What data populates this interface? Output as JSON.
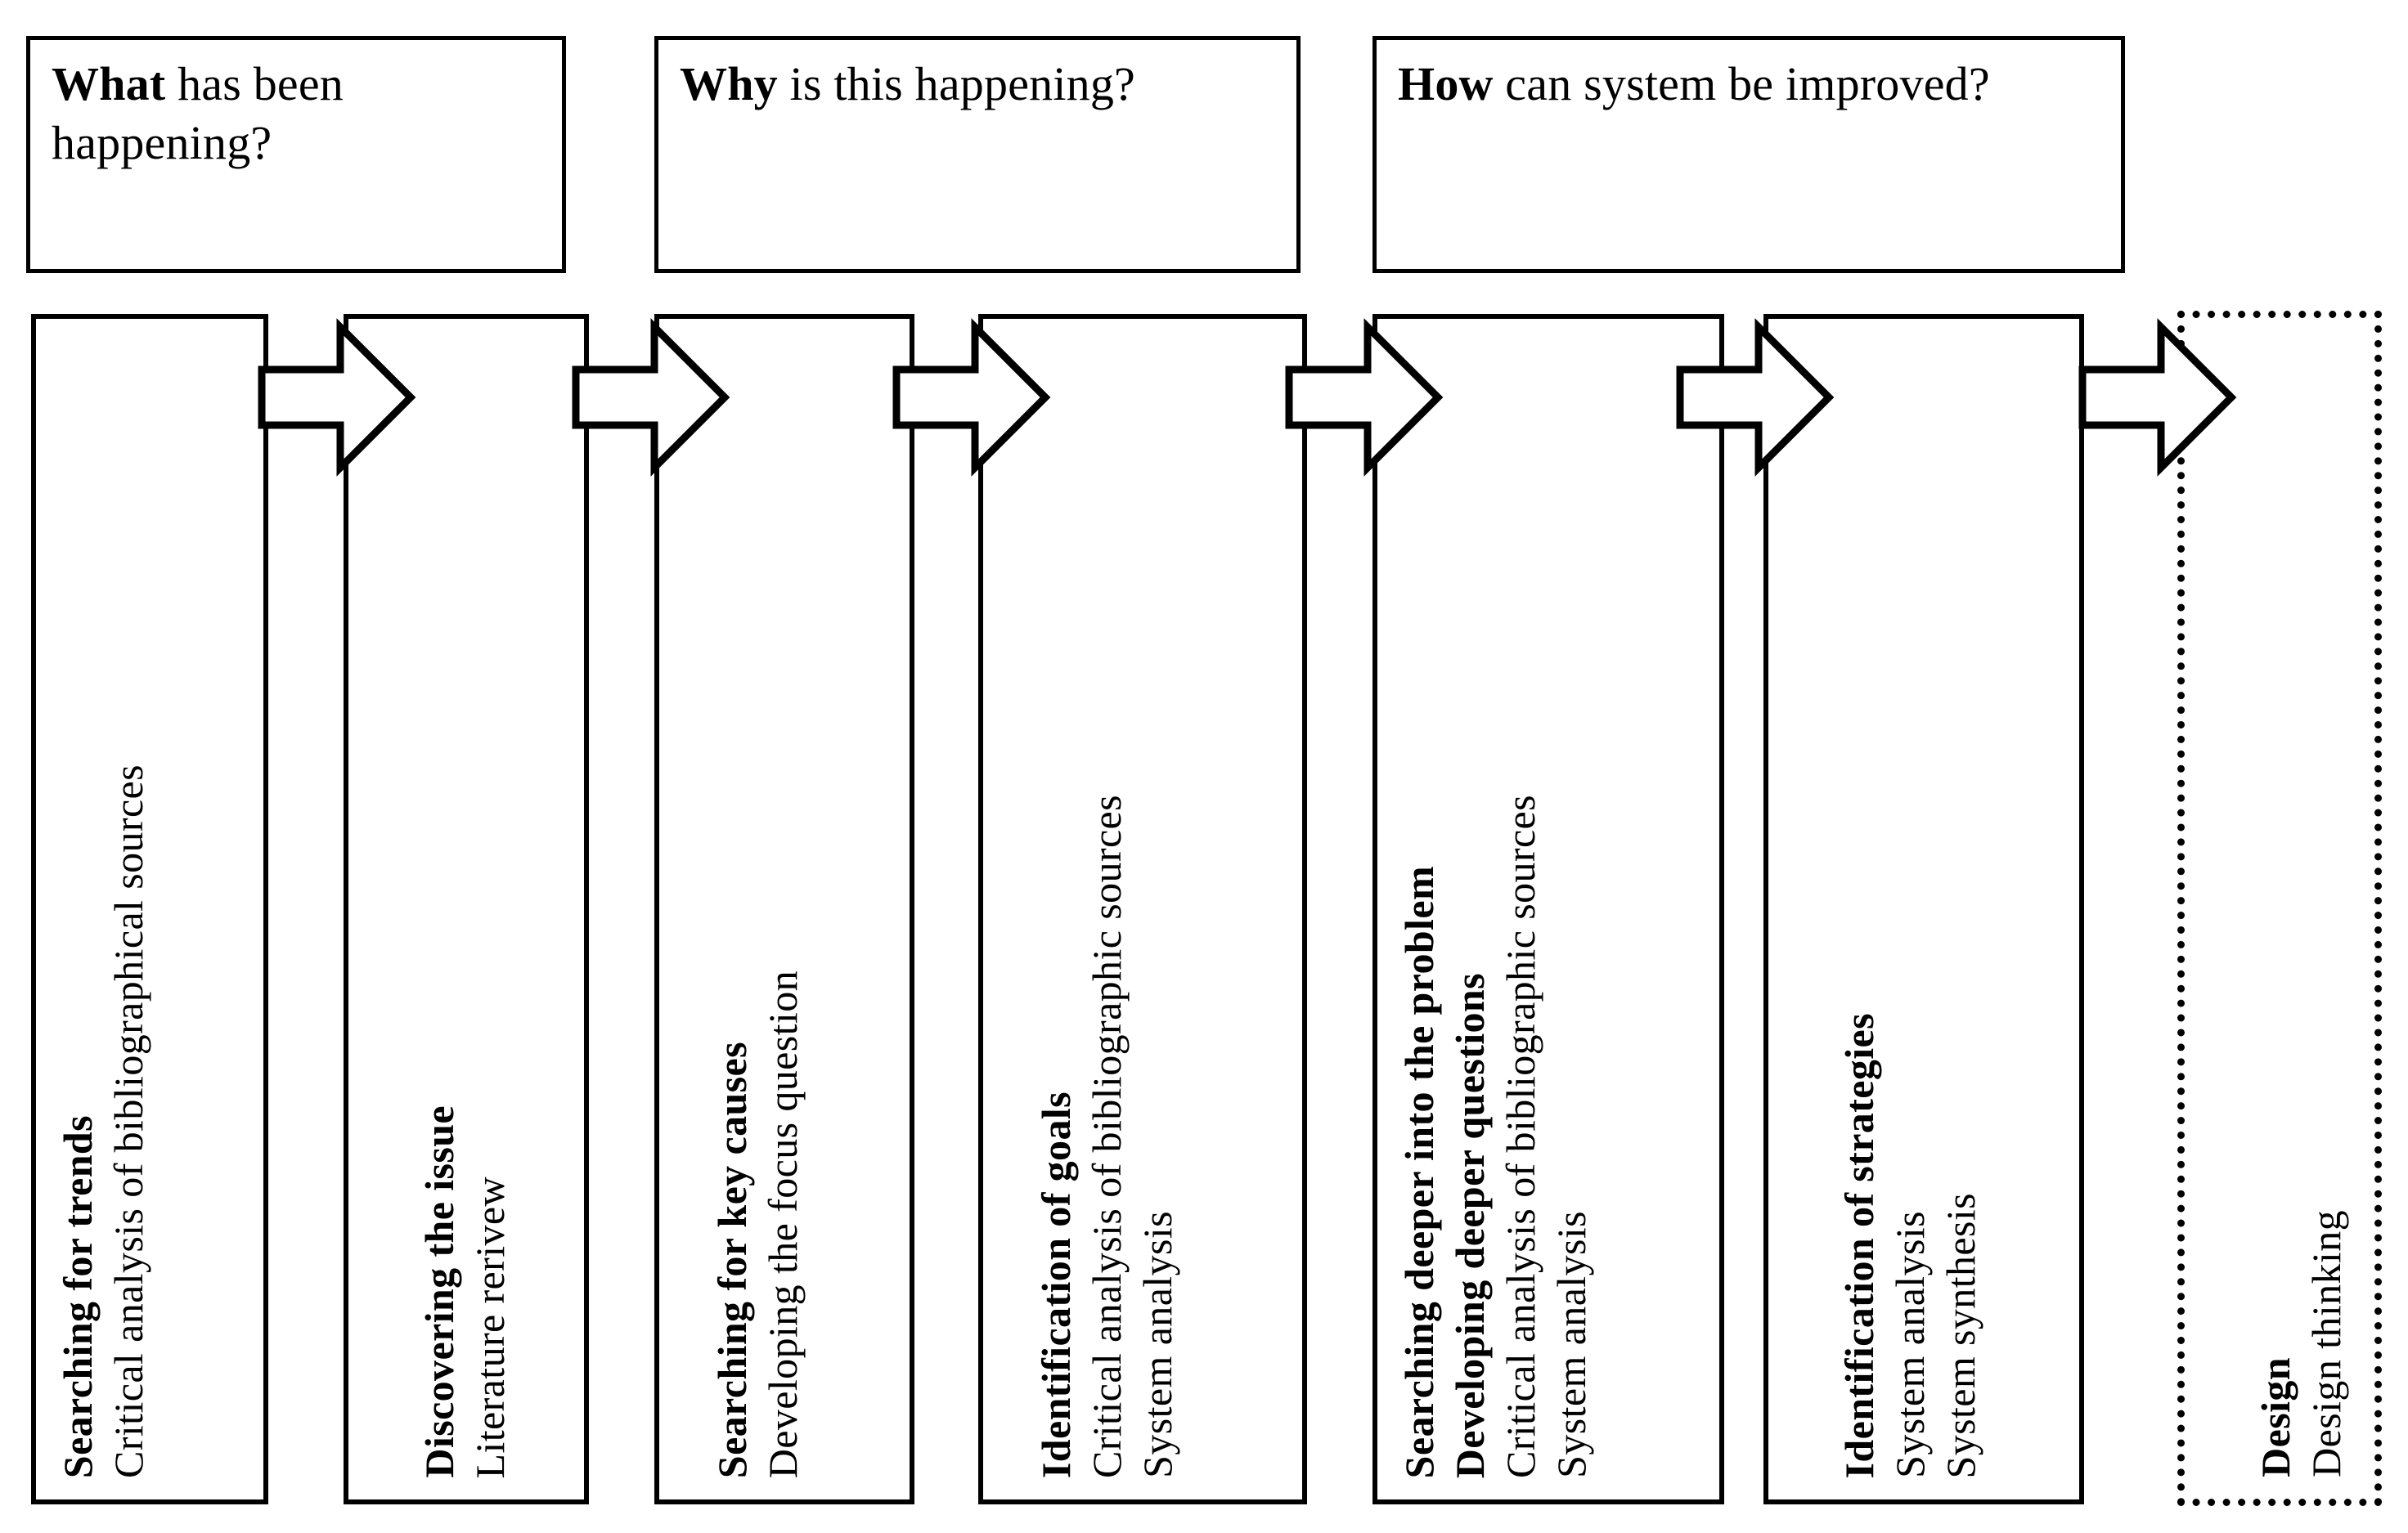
{
  "diagram": {
    "title": "Research process stages",
    "colors": {
      "stroke": "#000000",
      "background": "#ffffff"
    }
  },
  "headers": [
    {
      "id": "what",
      "lead": "What",
      "rest": " has been happening?"
    },
    {
      "id": "why",
      "lead": "Why",
      "rest": " is this happening?"
    },
    {
      "id": "how",
      "lead": "How",
      "rest": " can system be improved?"
    }
  ],
  "stages": [
    {
      "id": "searching-for-trends",
      "border": "solid",
      "headings": [
        "Searching for trends"
      ],
      "methods": [
        "Critical analysis of bibliographical sources"
      ]
    },
    {
      "id": "discovering-the-issue",
      "border": "solid",
      "headings": [
        "Discovering the issue"
      ],
      "methods": [
        "Literature rerivew"
      ]
    },
    {
      "id": "searching-for-key-causes",
      "border": "solid",
      "headings": [
        "Searching for key causes"
      ],
      "methods": [
        "Developing the focus question"
      ]
    },
    {
      "id": "identification-of-goals",
      "border": "solid",
      "headings": [
        "Identification of goals"
      ],
      "methods": [
        "Critical analysis of bibliographic sources",
        "System analysis"
      ]
    },
    {
      "id": "searching-deeper-into-the-problem",
      "border": "solid",
      "headings": [
        "Searching deeper into the problem",
        "Developing deeper questions"
      ],
      "methods": [
        "Critical analysis of bibliographic sources",
        "System analysis"
      ]
    },
    {
      "id": "identification-of-strategies",
      "border": "solid",
      "headings": [
        "Identification of strategies"
      ],
      "methods": [
        "System analysis",
        "System synthesis"
      ]
    },
    {
      "id": "design",
      "border": "dotted",
      "headings": [
        "Design"
      ],
      "methods": [
        "Design thinking"
      ]
    }
  ],
  "arrows": [
    {
      "id": "arrow-1",
      "from": "searching-for-trends",
      "to": "discovering-the-issue"
    },
    {
      "id": "arrow-2",
      "from": "discovering-the-issue",
      "to": "searching-for-key-causes"
    },
    {
      "id": "arrow-3",
      "from": "searching-for-key-causes",
      "to": "identification-of-goals"
    },
    {
      "id": "arrow-4",
      "from": "identification-of-goals",
      "to": "searching-deeper-into-the-problem"
    },
    {
      "id": "arrow-5",
      "from": "searching-deeper-into-the-problem",
      "to": "identification-of-strategies"
    },
    {
      "id": "arrow-6",
      "from": "identification-of-strategies",
      "to": "design"
    }
  ]
}
